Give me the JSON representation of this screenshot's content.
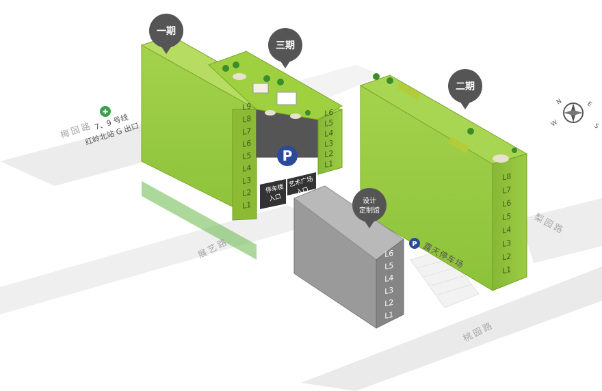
{
  "roads": {
    "meiyuan": "梅园路",
    "zhanyi": "展艺路",
    "taoyuan": "桃园路",
    "liyuan": "梨园路"
  },
  "metro": {
    "line1": "7、9 号线",
    "line2": "红岭北站 G 出口",
    "icon": "metro-logo-icon",
    "color": "#3aa14a"
  },
  "phases": {
    "phase1": "一期",
    "phase2": "二期",
    "phase3": "三期",
    "design_line1": "设计",
    "design_line2": "定制馆"
  },
  "entrances": {
    "parking_line1": "停车楼",
    "parking_line2": "入口",
    "plaza_line1": "艺术广场",
    "plaza_line2": "入口"
  },
  "parking": {
    "symbol": "P",
    "outdoor_label": "露天停车场",
    "color": "#2c4a9a"
  },
  "floors": {
    "building1": [
      "L1",
      "L2",
      "L3",
      "L4",
      "L5",
      "L6",
      "L7",
      "L8",
      "L9"
    ],
    "building3": [
      "L1",
      "L2",
      "L3",
      "L4",
      "L5",
      "L6"
    ],
    "building2": [
      "L1",
      "L2",
      "L3",
      "L4",
      "L5",
      "L6",
      "L7",
      "L8"
    ],
    "design": [
      "L1",
      "L2",
      "L3",
      "L4",
      "L5",
      "L6"
    ]
  },
  "compass": {
    "icon": "compass-rose-icon",
    "letters": [
      "N",
      "E",
      "S",
      "W"
    ]
  },
  "colors": {
    "green": "#9ccc44",
    "green_dark": "#6f9e24",
    "gray": "#8c8c8c",
    "pin": "#555555"
  }
}
